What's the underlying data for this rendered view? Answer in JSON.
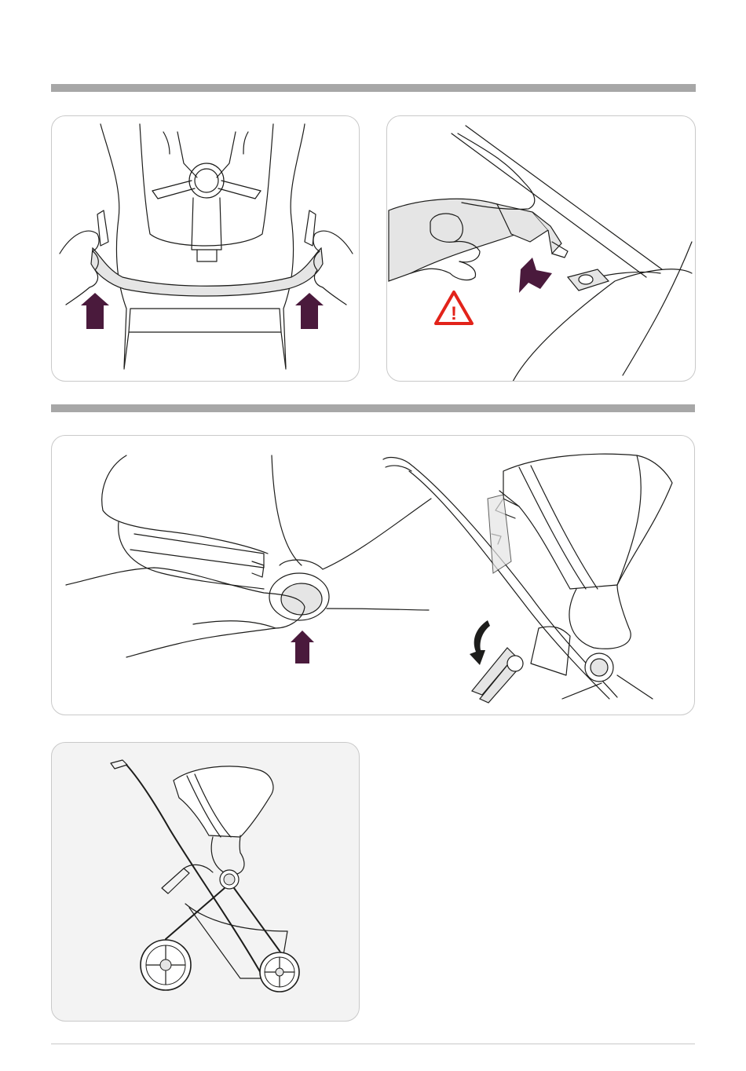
{
  "page": {
    "background": "#ffffff"
  },
  "colors": {
    "section_bar": "#a7a7a7",
    "panel_border": "#c9c9c9",
    "arrow": "#4a1a3c",
    "warning": "#e2231a",
    "fill_grey": "#e5e5e5",
    "final_panel_bg": "#f3f3f3",
    "footer_rule": "#c8c8c8"
  },
  "panels": [
    {
      "id": "step-lift-bumper-bar",
      "icons": [
        "seat-harness-illustration",
        "bumper-bar-illustration",
        "hand-icon",
        "up-arrow-icon",
        "up-arrow-icon"
      ]
    },
    {
      "id": "step-insert-bar-end",
      "icons": [
        "hand-icon",
        "bumper-bar-end-illustration",
        "socket-illustration",
        "push-arrow-icon",
        "warning-triangle-icon"
      ]
    },
    {
      "id": "step-press-release-button",
      "icons": [
        "seat-side-illustration",
        "release-button-illustration",
        "finger-icon",
        "up-arrow-icon",
        "stroller-seat-illustration",
        "footrest-illustration",
        "rotate-down-arrow-icon"
      ]
    },
    {
      "id": "step-final-stroller",
      "icons": [
        "stroller-illustration"
      ]
    }
  ],
  "warning": {
    "symbol": "!"
  }
}
